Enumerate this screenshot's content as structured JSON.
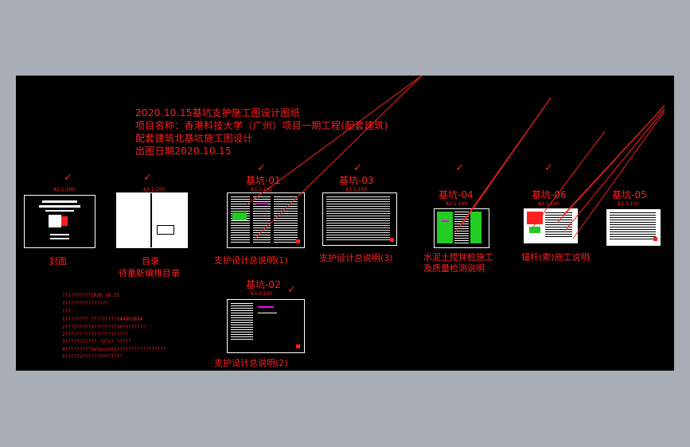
{
  "header": {
    "line1": "2020.10.15基坑支护施工图设计图纸",
    "line2": "项目名称：香港科技大学（广州）项目一期工程(配套建筑)",
    "line3": "配套建筑北基坑施工图设计",
    "line4": "出图日期2020.10.15"
  },
  "sheets": [
    {
      "title": "",
      "label": "封面",
      "label2": "",
      "scale": "A3 1:100"
    },
    {
      "title": "",
      "label": "目录",
      "label2": "待重新编排目录",
      "scale": "A3 1:100"
    },
    {
      "title": "基坑-01",
      "label": "支护设计总说明(1)",
      "label2": "",
      "scale": "A3 1:100"
    },
    {
      "title": "基坑-03",
      "label": "支护设计总说明(3)",
      "label2": "",
      "scale": "A3 1:100"
    },
    {
      "title": "基坑-04",
      "label": "水泥土搅拌桩施工",
      "label2": "及质量检测说明",
      "scale": "A3 1:100"
    },
    {
      "title": "基坑-06",
      "label": "锚杆(索)施工说明",
      "label2": "",
      "scale": "A3 1:100"
    },
    {
      "title": "基坑-05",
      "label": "",
      "label2": "",
      "scale": "A3 1:100"
    },
    {
      "title": "基坑-02",
      "label": "支护设计总说明(2)",
      "label2": "",
      "scale": "A3 1:100"
    }
  ],
  "check_mark": "✓",
  "notes": [
    "??1???????2020.10.15",
    "????????????????",
    "???:",
    "1????????  ?????????244002894",
    "2???2?????2????????20????????",
    "   2??????????????????????",
    "3??????2????  ?2?x?  ?????",
    "4?????????Setpoints?????????????????",
    "5?????2??????????7???"
  ]
}
